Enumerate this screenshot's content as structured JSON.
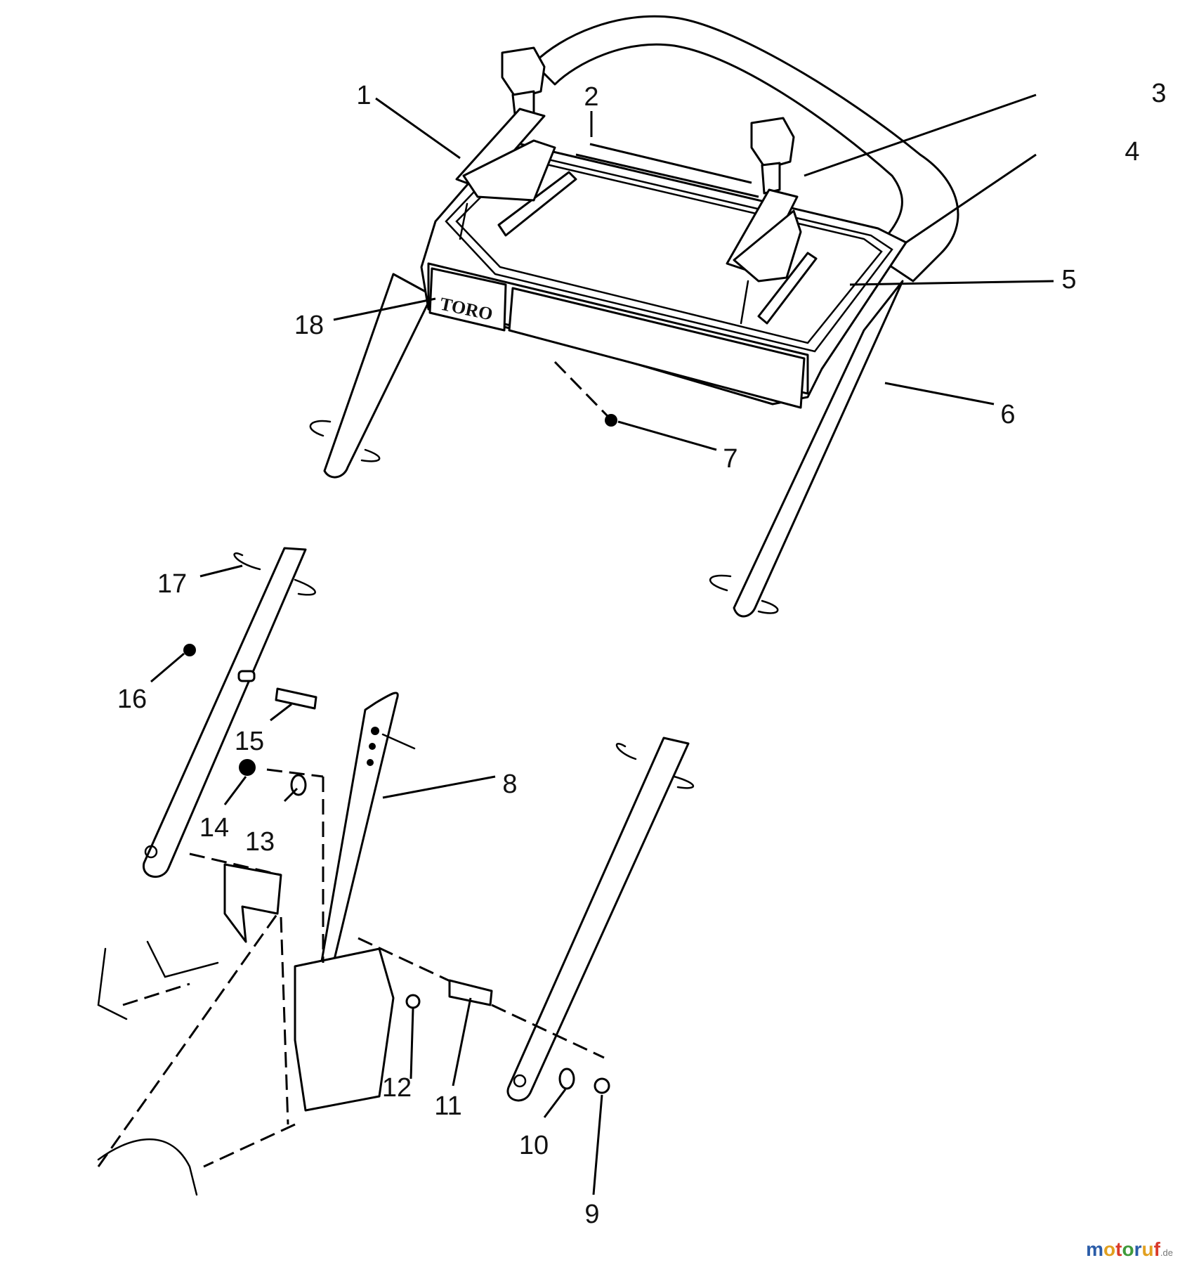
{
  "logo": {
    "text": "TORO"
  },
  "callouts": [
    {
      "label": "1"
    },
    {
      "label": "2"
    },
    {
      "label": "3"
    },
    {
      "label": "4"
    },
    {
      "label": "5"
    },
    {
      "label": "6"
    },
    {
      "label": "7"
    },
    {
      "label": "8"
    },
    {
      "label": "9"
    },
    {
      "label": "10"
    },
    {
      "label": "11"
    },
    {
      "label": "12"
    },
    {
      "label": "13"
    },
    {
      "label": "14"
    },
    {
      "label": "15"
    },
    {
      "label": "16"
    },
    {
      "label": "17"
    },
    {
      "label": "18"
    }
  ],
  "watermark": {
    "brand_main": "motoruf",
    "brand_tld": ".de",
    "colors": [
      "#2a5ca8",
      "#e2a020",
      "#d93a2a",
      "#3f9a3a"
    ]
  }
}
